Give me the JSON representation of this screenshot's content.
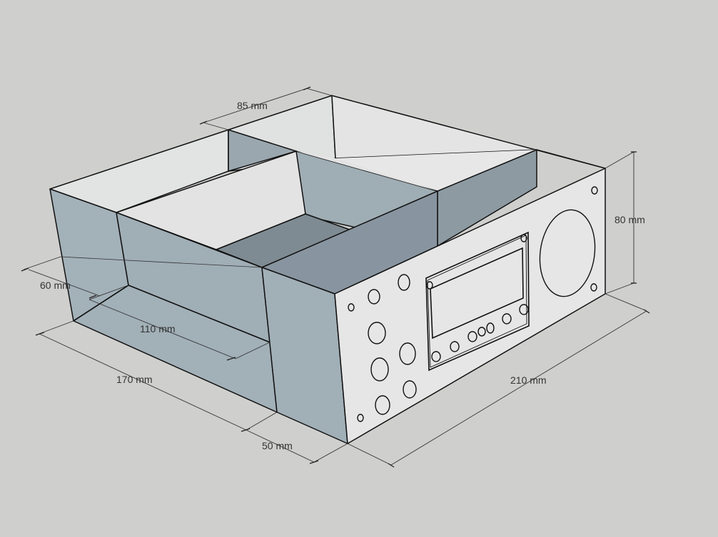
{
  "model": {
    "colors": {
      "background": "#cfcfcd",
      "outer_side": "#a3b1b9",
      "inner_wall_light": "#e2e3e3",
      "inner_wall_shaded": "#8d9aa2",
      "floor": "#7f8b92",
      "front_panel": "#e6e6e6",
      "edge": "#111111"
    }
  },
  "dimensions": {
    "d85": "85 mm",
    "d80": "80 mm",
    "d60": "60 mm",
    "d110": "110 mm",
    "d170": "170 mm",
    "d210": "210 mm",
    "d50": "50 mm"
  }
}
